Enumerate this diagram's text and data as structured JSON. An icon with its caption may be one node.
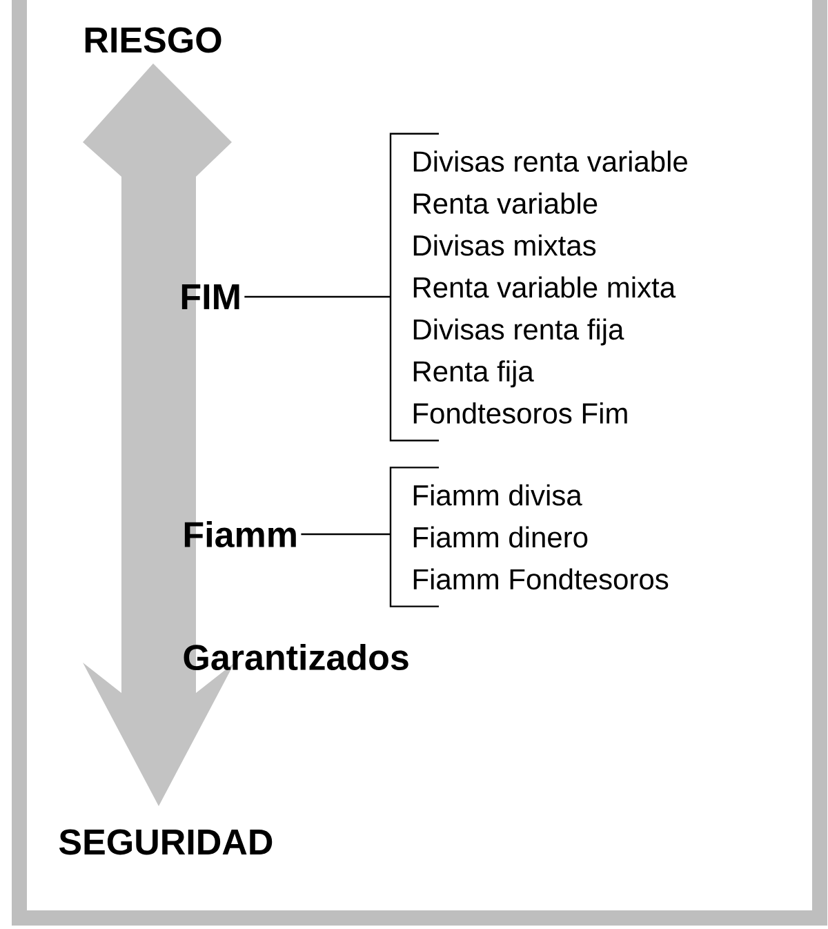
{
  "diagram": {
    "nodes": [
      {
        "text": [
          "FIM"
        ]
      },
      {
        "text": [
          "Divisas renta variable",
          "Renta variable",
          "Divisas mixtas",
          "Renta variable mixta",
          "Divisas renta fija",
          "Renta fija",
          "Fondtesoros Fim"
        ]
      },
      {
        "text": [
          "Fiamm"
        ]
      },
      {
        "text": [
          "Fiamm divisa",
          "Fiamm dinero",
          "Fiamm Fondtesoros"
        ]
      }
    ],
    "edges": [
      {
        "from": 0,
        "to": 1,
        "arrow": "none"
      },
      {
        "from": 2,
        "to": 3,
        "arrow": "none"
      }
    ],
    "labels": [
      "RIESGO",
      "Garantizados",
      "SEGURIDAD"
    ]
  }
}
